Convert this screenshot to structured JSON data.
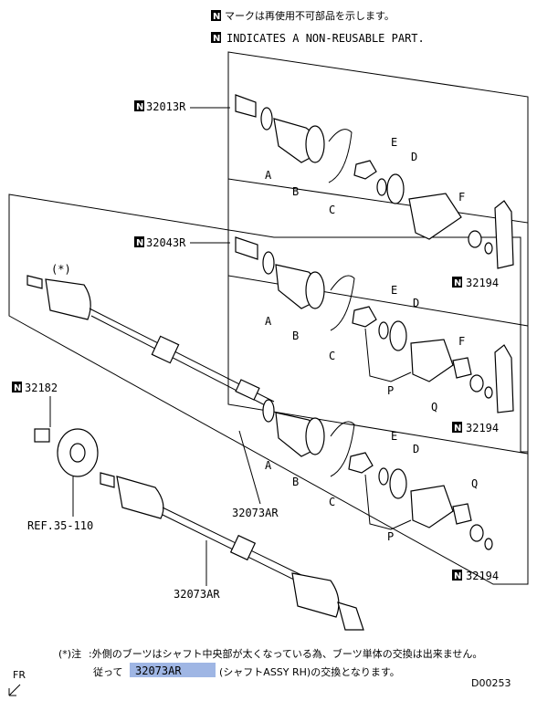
{
  "notes": {
    "jp_line": "マークは再使用不可部品を示します。",
    "en_line": "INDICATES A NON-REUSABLE PART.",
    "n_mark": "N"
  },
  "labels": {
    "p32013R": "32013R",
    "p32043R": "32043R",
    "p32182": "32182",
    "p32194a": "32194",
    "p32194b": "32194",
    "p32194c": "32194",
    "ref": "REF.35-110",
    "p32073AR_a": "32073AR",
    "p32073AR_b": "32073AR",
    "star": "(*)"
  },
  "letters": {
    "A": "A",
    "B": "B",
    "C": "C",
    "D": "D",
    "E": "E",
    "F": "F",
    "P": "P",
    "Q": "Q"
  },
  "footer": {
    "note_prefix": "(*)注",
    "note_line1": ":外側のブーツはシャフト中央部が太くなっている為、ブーツ単体の交換は出来ません。",
    "note_line2_pre": "従って",
    "note_part": "32073AR",
    "note_line2_post": "(シャフトASSY RH)の交換となります。",
    "fr": "FR",
    "code": "D00253"
  },
  "colors": {
    "highlight": "#9fb6e4"
  }
}
